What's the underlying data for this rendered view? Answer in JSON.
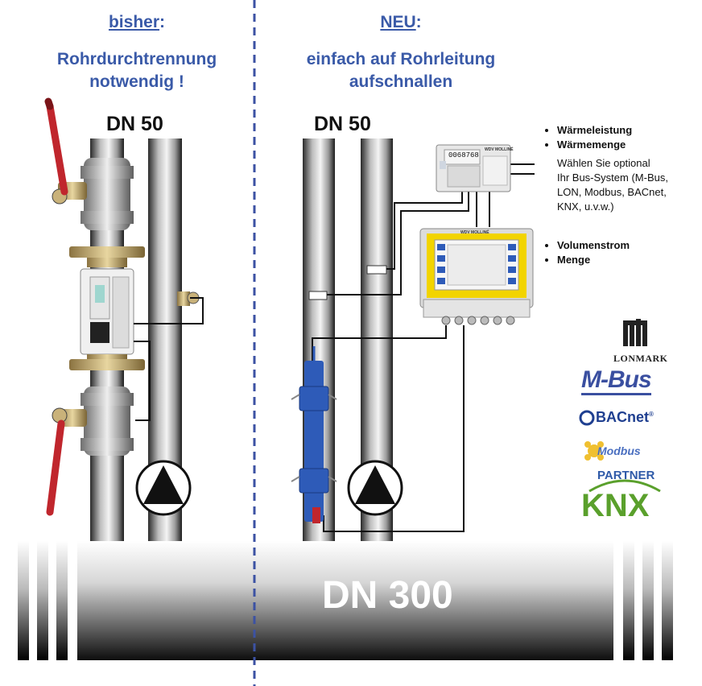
{
  "left": {
    "heading_prefix": "bisher",
    "heading_colon": ":",
    "heading_line1": "Rohrdurchtrennung",
    "heading_line2": "notwendig !",
    "dn_label": "DN 50"
  },
  "right": {
    "heading_prefix": "NEU",
    "heading_colon": ":",
    "heading_line1": "einfach auf Rohrleitung",
    "heading_line2": "aufschnallen",
    "dn_label": "DN 50"
  },
  "main_pipe_label": "DN 300",
  "heat_meter": {
    "bullets": [
      "Wärmeleistung",
      "Wärmemenge"
    ],
    "note_lines": [
      "Wählen Sie optional",
      "Ihr Bus-System (M-Bus,",
      "LON, Modbus, BACnet,",
      "KNX, u.v.w.)"
    ],
    "display_value": "0068768",
    "brand": "WDV MOLLINÉ"
  },
  "flow_meter": {
    "bullets": [
      "Volumenstrom",
      "Menge"
    ],
    "brand": "WDV MOLLINÉ"
  },
  "logos": {
    "lonmark": "LONMARK",
    "mbus": "M-Bus",
    "bacnet": "BACnet",
    "bacnet_reg": "®",
    "modbus": "Modbus",
    "knx_partner": "PARTNER",
    "knx": "KNX"
  },
  "colors": {
    "heading_blue": "#3a5aa8",
    "divider_blue": "#3c52a3",
    "valve_red": "#c0262d",
    "clamp_blue": "#2e5bb8",
    "device_yellow": "#f2d400",
    "knx_green": "#5aa02c"
  }
}
